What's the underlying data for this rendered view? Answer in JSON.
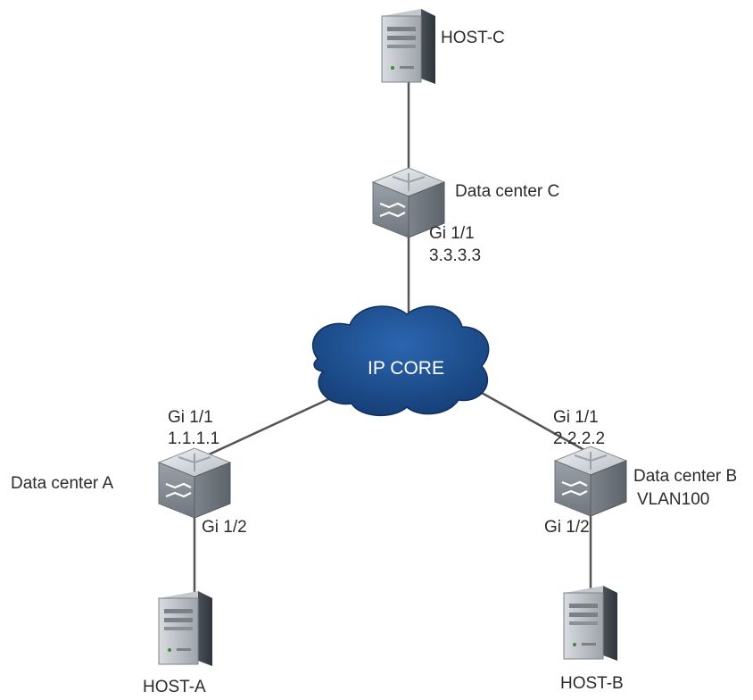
{
  "hosts": {
    "c": {
      "label": "HOST-C"
    },
    "a": {
      "label": "HOST-A"
    },
    "b": {
      "label": "HOST-B"
    }
  },
  "switches": {
    "c": {
      "label": "Data center C",
      "port": "Gi 1/1",
      "ip": "3.3.3.3"
    },
    "a": {
      "label": "Data center A",
      "uplink_port": "Gi 1/1",
      "ip": "1.1.1.1",
      "downlink_port": "Gi 1/2"
    },
    "b": {
      "label": "Data center B",
      "vlan": "VLAN100",
      "uplink_port": "Gi 1/1",
      "ip": "2.2.2.2",
      "downlink_port": "Gi 1/2"
    }
  },
  "core": {
    "label": "IP CORE"
  },
  "colors": {
    "cloud": "#1d4e8f",
    "line": "#555555",
    "device_light": "#c9cdd1",
    "device_dark": "#8e949a"
  }
}
